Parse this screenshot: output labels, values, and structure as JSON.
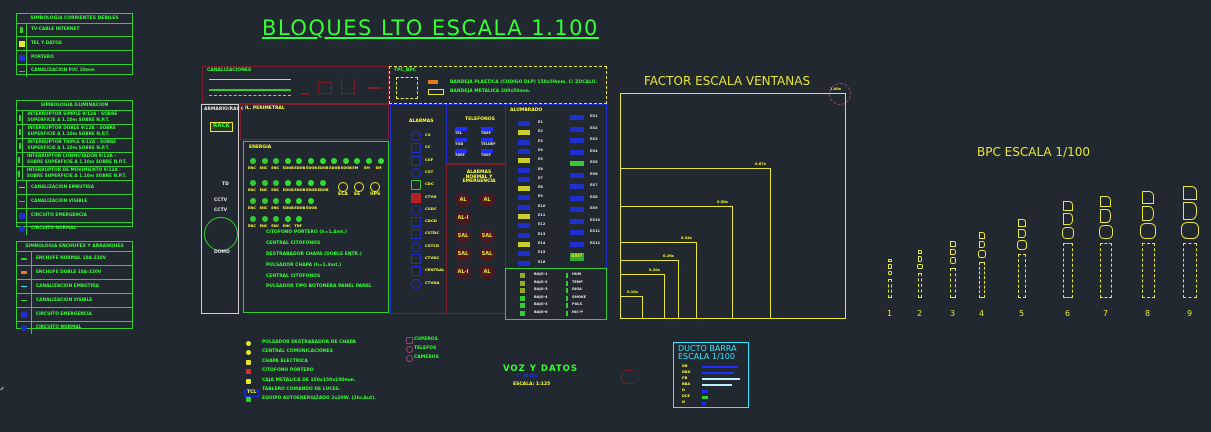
{
  "title": "BLOQUES LTO ESCALA 1.100",
  "colors": {
    "background": "#212830",
    "green": "#33ff33",
    "yellow": "#e6e633",
    "blue": "#1f2fcc",
    "red": "#7a1f2a",
    "cyan": "#33e6ff"
  },
  "table_corrientes": {
    "header": "SIMBOLOGIA CORRIENTES DEBILES",
    "rows": [
      "TV-CABLE INTERNET",
      "TEL Y DATOS",
      "PORTERO",
      "CANALIZACION PVC 20mm"
    ]
  },
  "table_iluminacion": {
    "header": "SIMBOLOGIA ILUMINACION",
    "rows": [
      "INTERRUPTOR SIMPLE 9/12A - SOBRE SUPERFICIE A 1.10m SOBRE N.P.T.",
      "INTERRUPTOR DOBLE 9/12A - SOBRE SUPERFICIE A 1.10m SOBRE N.P.T.",
      "INTERRUPTOR TRIPLE 9/12A - SOBRE SUPERFICIE A 1.10m SOBRE N.P.T.",
      "INTERRUPTOR CONMUTADOR 9/12A - SOBRE SUPERFICIE A 1.10m SOBRE N.P.T.",
      "INTERRUPTOR DE MOVIMIENTO 9/12A - SOBRE SUPERFICIE A 1.10m SOBRE N.P.T.",
      "CANALIZACION EMBUTIDA",
      "CANALIZACION VISIBLE",
      "CIRCUITO EMERGENCIA",
      "CIRCUITO NORMAL"
    ]
  },
  "table_enchufes": {
    "header": "SIMBOLOGIA ENCHUFES Y ARRANQUES",
    "rows": [
      "ENCHUFE NORMAL 10A-220V",
      "ENCHUFE DOBLE 10A-220V",
      "CANALIZACION EMBUTIDA",
      "CANALIZACION VISIBLE",
      "CIRCUITO EMERGENCIA",
      "CIRCUITO NORMAL"
    ]
  },
  "canalizaciones": {
    "label": "CANALIZACIONES"
  },
  "tpc_bpc": {
    "label": "TPC_BPC",
    "items": [
      "BANDEJA PLASTICA (CODIGO DLP) 150x50mm. C/ ZOCALO.",
      "BANDEJA METALICA 200x50mm."
    ]
  },
  "armario": {
    "label": "ARMARIO/RACK",
    "rack": "RACK",
    "items": [
      "TD",
      "CCTV",
      "CCTV",
      "DOMO"
    ]
  },
  "iluminacion": {
    "label": "IL. PERIMETRAL"
  },
  "energia": {
    "label": "ENERGIA",
    "row1": [
      "ENC",
      "ENC",
      "ENC",
      "EDOB",
      "EDOB",
      "EDOB",
      "EDOB",
      "EDOB",
      "EDOB",
      "EM",
      "EM",
      "EM"
    ],
    "row2": [
      "ENC",
      "ENC",
      "ENC",
      "EDOB",
      "EDOB",
      "EDOB",
      "EDOB"
    ],
    "row3": [
      "ENC",
      "ENC",
      "ENC",
      "EDOB",
      "EDOB",
      "EDOB"
    ],
    "row4": [
      "ENC",
      "ENC",
      "ENC",
      "ENC",
      "TDF"
    ],
    "side": [
      "ECA",
      "EE",
      "UPS"
    ],
    "legend": [
      "CITOFONO PORTERO (h=1.4mt.)",
      "CENTRAL CITOFONOS",
      "DESTRABADOR CHAPA (DOBLE ENTR.)",
      "PULSADOR CHAPA (h=1.4mt.)",
      "CENTRAL CITOFONOS",
      "PULSADOR TIPO BOTONERA PANEL PANEL"
    ]
  },
  "alarmas": {
    "label": "ALARMAS",
    "items": [
      "CS",
      "CC",
      "CSF",
      "CST",
      "CDC",
      "CTVD",
      "CSDC",
      "CDCD",
      "CSTDC",
      "CSTCD",
      "CTVDC",
      "CENTRAL",
      "CTVDA"
    ]
  },
  "telefonos": {
    "label": "TELEFONOS",
    "items": [
      "TEL",
      "TDEF",
      "TOD",
      "TELDEF",
      "TDEF",
      "TDEF"
    ]
  },
  "alarmas_deteccion": {
    "label": "ALARMAS NORMAL Y EMERGENCIA",
    "items": [
      "AL",
      "AL",
      "AL-I",
      "SAL",
      "SAL",
      "SAL",
      "SAL",
      "AL-I",
      "AL"
    ]
  },
  "alumbrado": {
    "label": "ALUMBRADO",
    "left": [
      "E1",
      "E2",
      "E3",
      "E4",
      "E5",
      "E6",
      "E7",
      "E8",
      "E9",
      "E10",
      "E11",
      "E12",
      "E13",
      "E14",
      "E15",
      "E16"
    ],
    "right": [
      "EX1",
      "EX2",
      "EX3",
      "EX4",
      "EX5",
      "EX6",
      "EX7",
      "EX8",
      "EX9",
      "EX10",
      "EX11",
      "EX12",
      "EXIT"
    ]
  },
  "bottom_green_box": {
    "items": [
      "BAJO-1",
      "BAJO-2",
      "BAJO-3",
      "BAJO-4",
      "BAJO-5",
      "BAJO-6"
    ],
    "items2": [
      "HUM",
      "TEMP",
      "DIGA",
      "SMOKE",
      "PULS",
      "INC-P"
    ]
  },
  "legend_bottom": [
    "PULSADOR DESTRABADOR DE CHAPA",
    "CENTRAL COMUNICACIONES",
    "CHAPA ELECTRICA",
    "CITOFONO PORTERO",
    "CAJA METALICA DE 150x150x100mm.",
    "TABLERO COMANDO DE LUCES.",
    "EQUIPO AUTOENERGIZADO 2x20W. (1hr.Aut)."
  ],
  "legend_bottom_tag": "TCL",
  "circuits": [
    "CUPEROS",
    "TELEFOS",
    "CAMEROS"
  ],
  "voz_datos": {
    "title": "VOZ Y DATOS",
    "subtitle": "1° NIVEL",
    "scale": "ESCALA: 1:125"
  },
  "factor_ventanas": {
    "title": "FACTOR ESCALA VENTANAS",
    "squares": [
      1,
      0.67,
      0.5,
      0.34,
      0.26,
      0.2,
      0.1
    ],
    "labels": [
      "1.00x",
      "0.67x",
      "0.50x",
      "0.34x",
      "0.26x",
      "0.20x",
      "0.10x"
    ]
  },
  "bpc": {
    "title": "BPC ESCALA   1/100",
    "labels": [
      "1",
      "2",
      "3",
      "4",
      "5",
      "6",
      "7",
      "8",
      "9"
    ],
    "scales": [
      0.35,
      0.45,
      0.55,
      0.65,
      0.8,
      1.0,
      1.15,
      1.3,
      1.45
    ]
  },
  "ducto_barra": {
    "title": "DUCTO BARRA",
    "scale": "ESCALA 1/100",
    "items": [
      "DB",
      "DBA",
      "PB",
      "BBA",
      "D",
      "DCE",
      "N"
    ]
  }
}
